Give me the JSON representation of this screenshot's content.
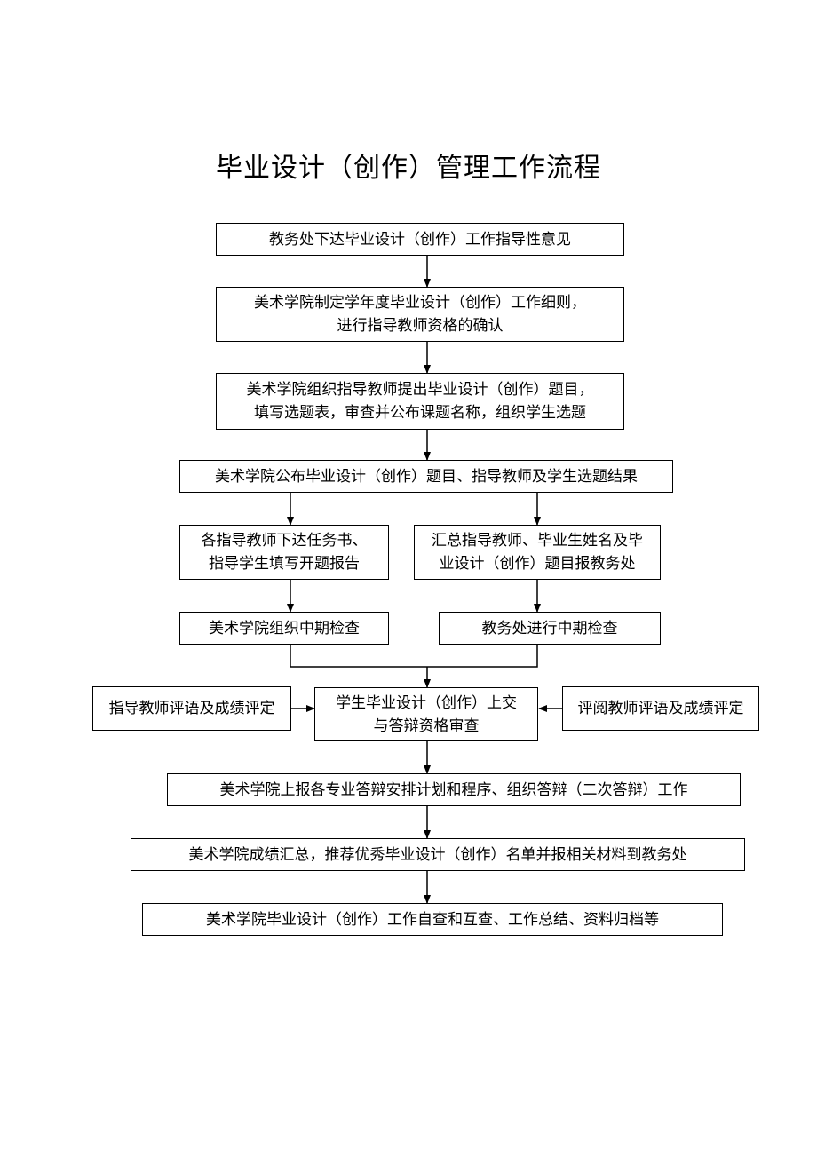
{
  "title": "毕业设计（创作）管理工作流程",
  "steps": {
    "s1": {
      "lines": [
        "教务处下达毕业设计（创作）工作指导性意见"
      ]
    },
    "s2": {
      "lines": [
        "美术学院制定学年度毕业设计（创作）工作细则，",
        "进行指导教师资格的确认"
      ]
    },
    "s3": {
      "lines": [
        "美术学院组织指导教师提出毕业设计（创作）题目，",
        "填写选题表，审查并公布课题名称，组织学生选题"
      ]
    },
    "s4": {
      "lines": [
        "美术学院公布毕业设计（创作）题目、指导教师及学生选题结果"
      ]
    },
    "s5a": {
      "lines": [
        "各指导教师下达任务书、",
        "指导学生填写开题报告"
      ]
    },
    "s5b": {
      "lines": [
        "汇总指导教师、毕业生姓名及毕",
        "业设计（创作）题目报教务处"
      ]
    },
    "s6a": {
      "lines": [
        "美术学院组织中期检查"
      ]
    },
    "s6b": {
      "lines": [
        "教务处进行中期检查"
      ]
    },
    "s7": {
      "lines": [
        "学生毕业设计（创作）上交",
        "与答辩资格审查"
      ]
    },
    "s7l": {
      "lines": [
        "指导教师评语及成绩评定"
      ]
    },
    "s7r": {
      "lines": [
        "评阅教师评语及成绩评定"
      ]
    },
    "s8": {
      "lines": [
        "美术学院上报各专业答辩安排计划和程序、组织答辩（二次答辩）工作"
      ]
    },
    "s9": {
      "lines": [
        "美术学院成绩汇总，推荐优秀毕业设计（创作）名单并报相关材料到教务处"
      ]
    },
    "s10": {
      "lines": [
        "美术学院毕业设计（创作）工作自查和互查、工作总结、资料归档等"
      ]
    }
  }
}
